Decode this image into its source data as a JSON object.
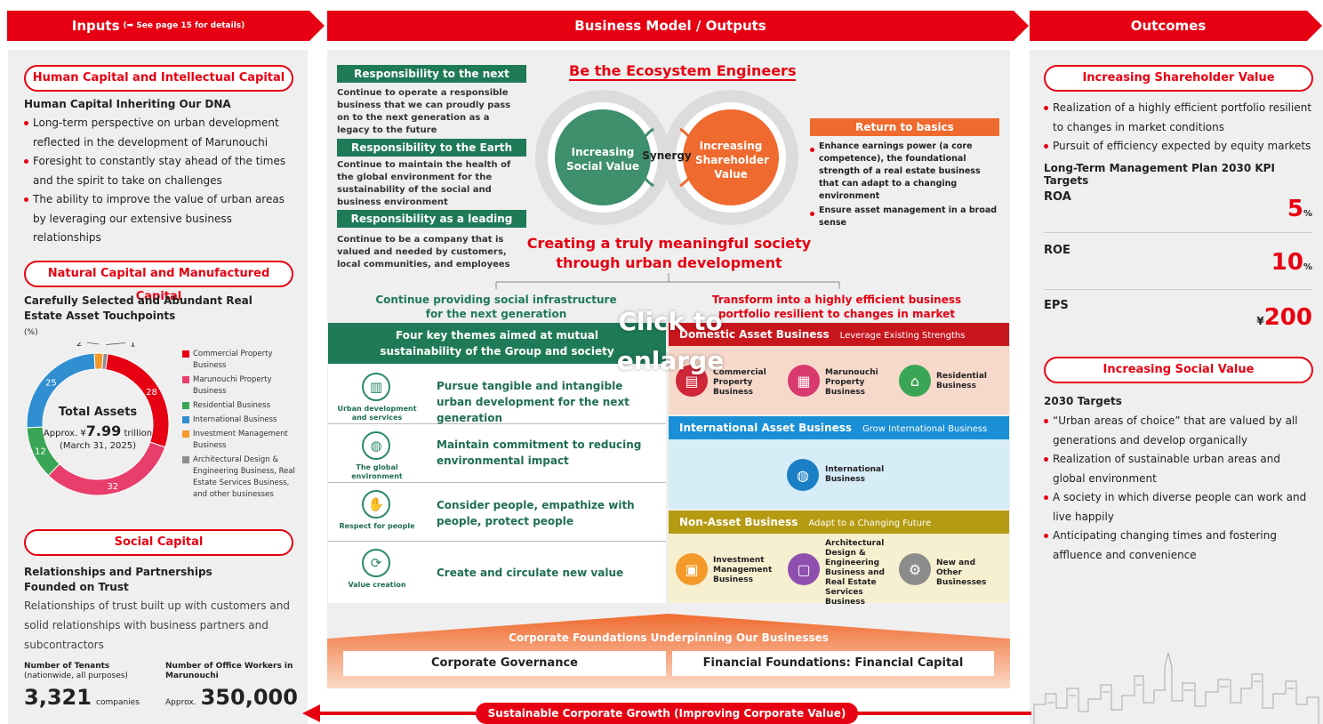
{
  "headers": {
    "inputs": "Inputs",
    "inputs_note": "(➡ See page 15 for details)",
    "business": "Business Model / Outputs",
    "outcomes": "Outcomes"
  },
  "inputs": {
    "human": {
      "pill": "Human Capital and Intellectual Capital",
      "heading": "Human Capital Inheriting Our DNA",
      "bullets": [
        "Long-term perspective on urban development reflected in the development of Marunouchi",
        "Foresight to constantly stay ahead of the times and the spirit to take on challenges",
        "The ability to improve the value of urban areas by leveraging our extensive business relationships"
      ]
    },
    "natural": {
      "pill": "Natural Capital and Manufactured Capital",
      "heading": "Carefully Selected and Abundant Real Estate Asset Touchpoints",
      "unit": "(%)",
      "donut_center_title": "Total Assets",
      "donut_center_approx": "Approx. ¥",
      "donut_center_value": "7.99",
      "donut_center_unit": "trillion",
      "donut_center_date": "(March 31, 2025)"
    },
    "social": {
      "pill": "Social Capital",
      "heading": "Relationships and Partnerships Founded on Trust",
      "text": "Relationships of trust built up with customers and solid relationships with business partners and subcontractors",
      "tenants_label": "Number of Tenants",
      "tenants_sub": "(nationwide, all purposes)",
      "tenants_value": "3,321",
      "tenants_unit": "companies",
      "workers_label": "Number of Office Workers in Marunouchi",
      "workers_approx": "Approx.",
      "workers_value": "350,000"
    }
  },
  "chart_data": {
    "type": "pie",
    "categories": [
      "Commercial Property Business",
      "Marunouchi Property Business",
      "Residential Business",
      "International Business",
      "Investment Management Business",
      "Architectural Design & Engineering Business, Real Estate Services Business, and other businesses"
    ],
    "values": [
      28,
      32,
      12,
      25,
      2,
      1
    ],
    "colors": [
      "#e60012",
      "#e83e6c",
      "#3aa655",
      "#2f8fd0",
      "#f39a2b",
      "#8c8c8c"
    ],
    "legend": "right"
  },
  "business": {
    "responsibilities": [
      {
        "title": "Responsibility to the next generation",
        "text": "Continue to operate a responsible business that we can proudly pass on to the next generation as a legacy to the future"
      },
      {
        "title": "Responsibility to the Earth",
        "text": "Continue to maintain the health of the global environment for the sustainability of the social and business environment"
      },
      {
        "title": "Responsibility as a leading company",
        "text": "Continue to be a company that is valued and needed by customers, local communities, and employees"
      }
    ],
    "ecosystem_title": "Be the Ecosystem Engineers",
    "gear_left": "Increasing Social Value",
    "synergy": "Synergy",
    "gear_right": "Increasing Shareholder Value",
    "basics_title": "Return to basics",
    "basics_bullets": [
      "Enhance earnings power (a core competence), the foundational strength of a real estate business that can adapt to a changing environment",
      "Ensure asset management in a broad sense"
    ],
    "society_line1": "Creating a truly meaningful society",
    "society_line2": "through urban development",
    "left_branch": "Continue providing social infrastructure for the next generation",
    "right_branch": "Transform into a highly efficient business portfolio resilient to changes in market conditions",
    "themes_header": "Four key themes aimed at mutual sustainability of the Group and society",
    "themes": [
      {
        "label": "Urban development and services",
        "text": "Pursue tangible and intangible urban development for the next generation",
        "icon": "building-icon"
      },
      {
        "label": "The global environment",
        "text": "Maintain commitment to reducing environmental impact",
        "icon": "globe-icon"
      },
      {
        "label": "Respect for people",
        "text": "Consider people, empathize with people, protect people",
        "icon": "handshake-icon"
      },
      {
        "label": "Value creation",
        "text": "Create and circulate new value",
        "icon": "cycle-icon"
      }
    ],
    "domestic": {
      "title": "Domestic Asset Business",
      "tag": "Leverage Existing Strengths",
      "items": [
        "Commercial Property Business",
        "Marunouchi Property Business",
        "Residential Business"
      ]
    },
    "international": {
      "title": "International Asset Business",
      "tag": "Grow International Business",
      "items": [
        "International Business"
      ]
    },
    "nonasset": {
      "title": "Non-Asset Business",
      "tag": "Adapt to a Changing Future",
      "items": [
        "Investment Management Business",
        "Architectural Design & Engineering Business and Real Estate Services Business",
        "New and Other Businesses"
      ]
    },
    "foundations_title": "Corporate Foundations Underpinning Our Businesses",
    "governance": "Corporate Governance",
    "financial": "Financial Foundations: Financial Capital",
    "growth": "Sustainable Corporate Growth (Improving Corporate Value)",
    "overlay": "Click to enlarge"
  },
  "outcomes": {
    "shareholder_pill": "Increasing Shareholder Value",
    "shareholder_bullets": [
      "Realization of a highly efficient portfolio resilient to changes in market conditions",
      "Pursuit of efficiency expected by equity markets"
    ],
    "kpi_title": "Long-Term Management Plan 2030 KPI Targets",
    "kpis": [
      {
        "label": "ROA",
        "value": "5",
        "unit": "%"
      },
      {
        "label": "ROE",
        "value": "10",
        "unit": "%"
      },
      {
        "label": "EPS",
        "value": "200",
        "unit": "¥"
      }
    ],
    "social_pill": "Increasing Social Value",
    "targets_title": "2030 Targets",
    "social_bullets": [
      "“Urban areas of choice” that are valued by all generations and develop organically",
      "Realization of sustainable urban areas and global environment",
      "A society in which diverse people can work and live happily",
      "Anticipating changing times and fostering affluence and convenience"
    ]
  },
  "colors": {
    "red": "#e60012",
    "green": "#1f7a57",
    "orange": "#ef6a2e",
    "blue": "#1a8fd6",
    "olive": "#b59b12"
  }
}
